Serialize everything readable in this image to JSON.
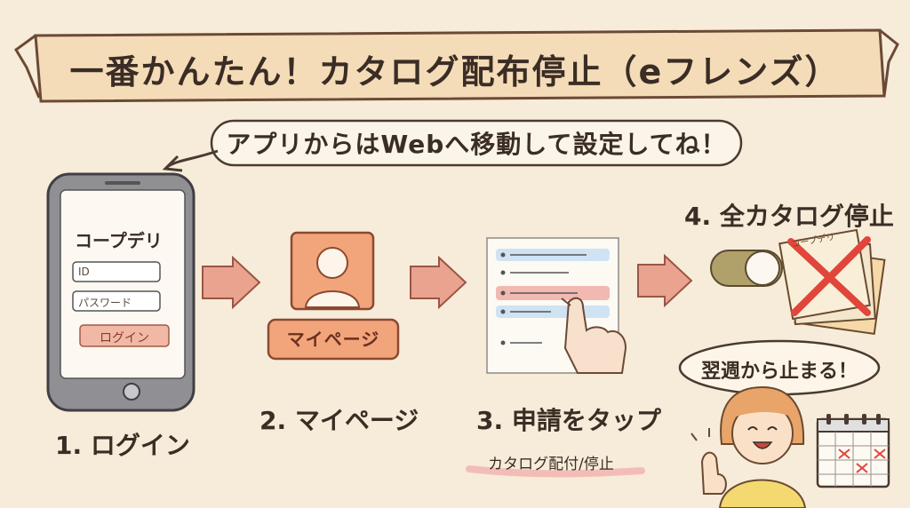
{
  "title": "一番かんたん！カタログ配布停止（eフレンズ）",
  "note": "アプリからはWebへ移動して設定してね！",
  "phone": {
    "app_name": "コープデリ",
    "id_label": "ID",
    "password_label": "パスワード",
    "login_button": "ログイン"
  },
  "mypage_button": "マイページ",
  "catalog_tag": "コープデリ",
  "steps": [
    {
      "label": "1. ログイン"
    },
    {
      "label": "2. マイページ"
    },
    {
      "label": "3. 申請をタップ",
      "sub": "カタログ配付/停止"
    },
    {
      "label": "4. 全カタログ停止"
    }
  ],
  "speech": "翌週から止まる！",
  "colors": {
    "background": "#f7ecd9",
    "banner": "#f5dcb8",
    "arrow": "#e9a38e",
    "accent_orange": "#f2a47b",
    "cross": "#e0463c",
    "highlight_blue": "#cfe3f3",
    "highlight_pink": "#f2b8b2"
  }
}
